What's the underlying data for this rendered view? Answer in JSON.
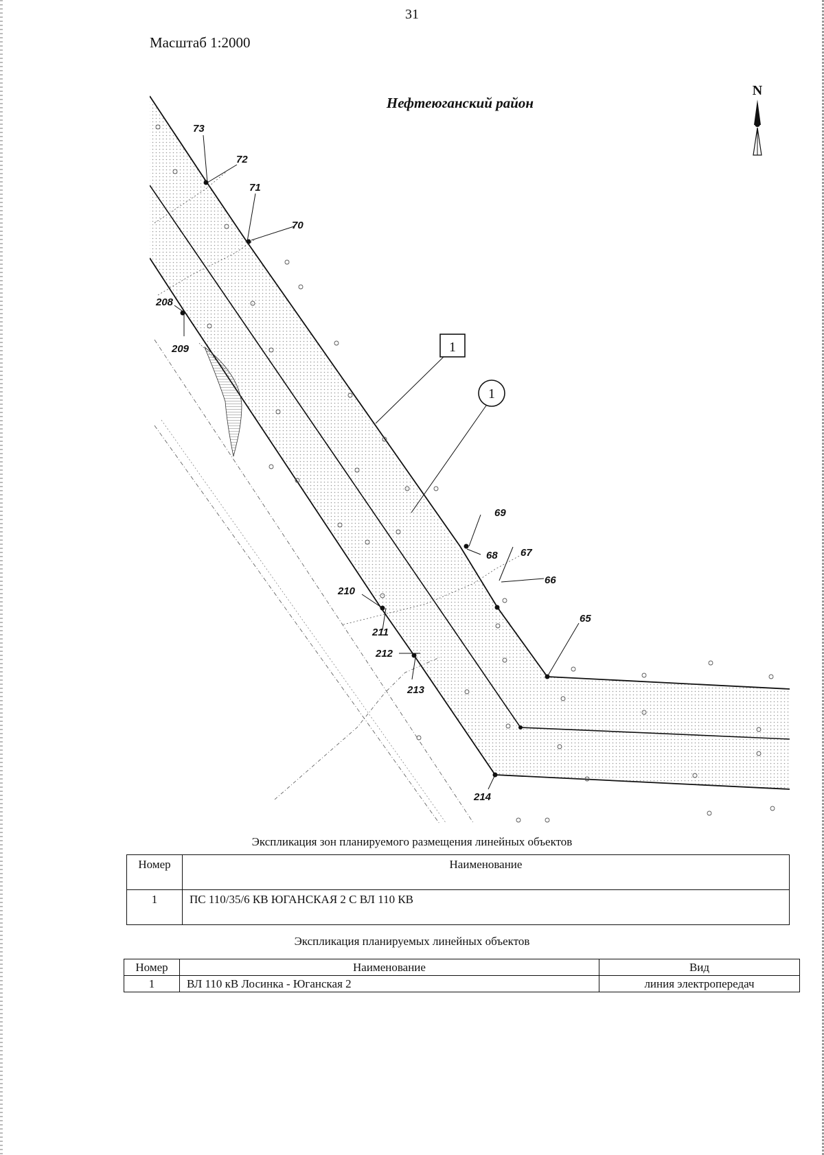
{
  "page_number": "31",
  "scale_label": "Масштаб 1:2000",
  "region_title": "Нефтеюганский район",
  "north_label": "N",
  "map_points": [
    {
      "id": "73"
    },
    {
      "id": "72"
    },
    {
      "id": "71"
    },
    {
      "id": "70"
    },
    {
      "id": "208"
    },
    {
      "id": "209"
    },
    {
      "id": "69"
    },
    {
      "id": "68"
    },
    {
      "id": "67"
    },
    {
      "id": "66"
    },
    {
      "id": "65"
    },
    {
      "id": "210"
    },
    {
      "id": "211"
    },
    {
      "id": "212"
    },
    {
      "id": "213"
    },
    {
      "id": "214"
    }
  ],
  "callouts": {
    "zone": "1",
    "object": "1"
  },
  "table_zones": {
    "caption": "Экспликация зон планируемого размещения линейных объектов",
    "headers": {
      "number": "Номер",
      "name": "Наименование"
    },
    "rows": [
      {
        "number": "1",
        "name": "ПС 110/35/6 КВ ЮГАНСКАЯ 2 С ВЛ 110 КВ"
      }
    ]
  },
  "table_objects": {
    "caption": "Экспликация планируемых линейных объектов",
    "headers": {
      "number": "Номер",
      "name": "Наименование",
      "type": "Вид"
    },
    "rows": [
      {
        "number": "1",
        "name": "ВЛ 110 кВ Лосинка - Юганская 2",
        "type": "линия электропередач"
      }
    ]
  },
  "colors": {
    "line": "#111111",
    "zone_dots": "#9a9a9a",
    "paper": "#ffffff"
  }
}
